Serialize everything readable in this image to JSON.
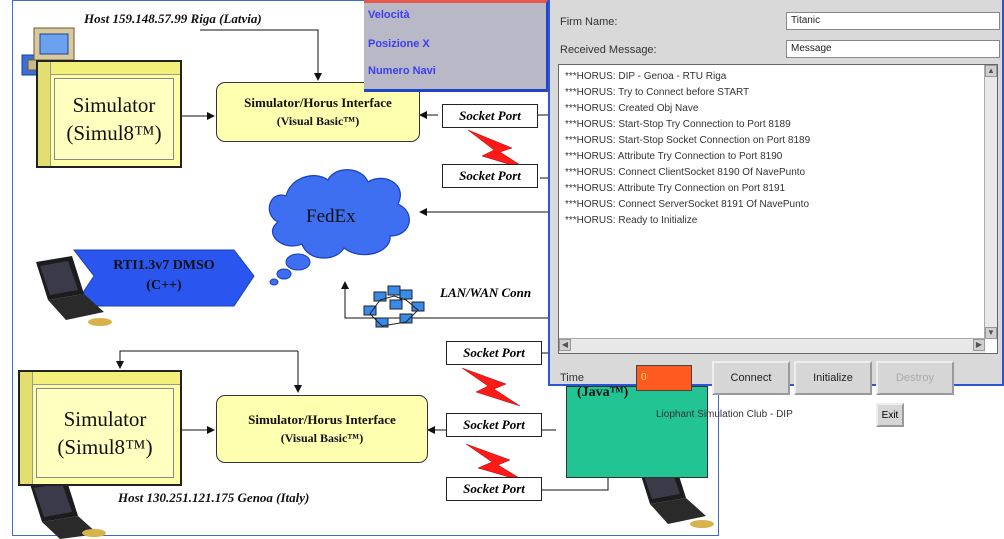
{
  "diagram": {
    "host_top": "Host 159.148.57.99 Riga (Latvia)",
    "host_bottom": "Host 130.251.121.175 Genoa (Italy)",
    "simulator_top": {
      "line1": "Simulator",
      "line2": "(Simul8™)"
    },
    "simulator_bottom": {
      "line1": "Simulator",
      "line2": "(Simul8™)"
    },
    "interface_top": {
      "line1": "Simulator/Horus Interface",
      "line2": "(Visual Basic™)"
    },
    "interface_bottom": {
      "line1": "Simulator/Horus Interface",
      "line2": "(Visual Basic™)"
    },
    "socket_ports": [
      "Socket Port",
      "Socket Port",
      "Socket Port",
      "Socket Port",
      "Socket Port"
    ],
    "fedex": "FedEx",
    "rti": {
      "line1": "RTI1.3v7 DMSO",
      "line2": "(C++)"
    },
    "lan_label": "LAN/WAN Conn",
    "java_partial": "(Java™)",
    "colors": {
      "frame": "#3b6bd6",
      "sim_fill": "#ffffa8",
      "rti_fill": "#2a56ef",
      "fedex_fill": "#3d6ff0",
      "lightning": "#ff1a1a",
      "java_fill": "#22c493"
    }
  },
  "menu": {
    "items": [
      "Velocità",
      "Posizione X",
      "Numero Navi"
    ]
  },
  "window": {
    "firm_label": "Firm Name:",
    "firm_value": "Titanic",
    "received_label": "Received Message:",
    "received_value": "Message",
    "log": [
      "***HORUS: DIP - Genoa - RTU Riga",
      "***HORUS: Try to Connect before START",
      "***HORUS: Created Obj Nave",
      "***HORUS: Start-Stop Try Connection to Port 8189",
      "***HORUS: Start-Stop Socket Connection on Port 8189",
      "***HORUS: Attribute Try Connection to Port 8190",
      "***HORUS: Connect ClientSocket 8190 Of NavePunto",
      "***HORUS: Attribute Try Connection on Port 8191",
      "***HORUS: Connect ServerSocket 8191 Of NavePunto",
      "***HORUS: Ready to Initialize"
    ],
    "time_label": "Time",
    "time_value": "0",
    "buttons": {
      "connect": "Connect",
      "initialize": "Initialize",
      "destroy": "Destroy"
    },
    "footer": "Liophant Simulation Club - DIP",
    "exit": "Exit"
  }
}
